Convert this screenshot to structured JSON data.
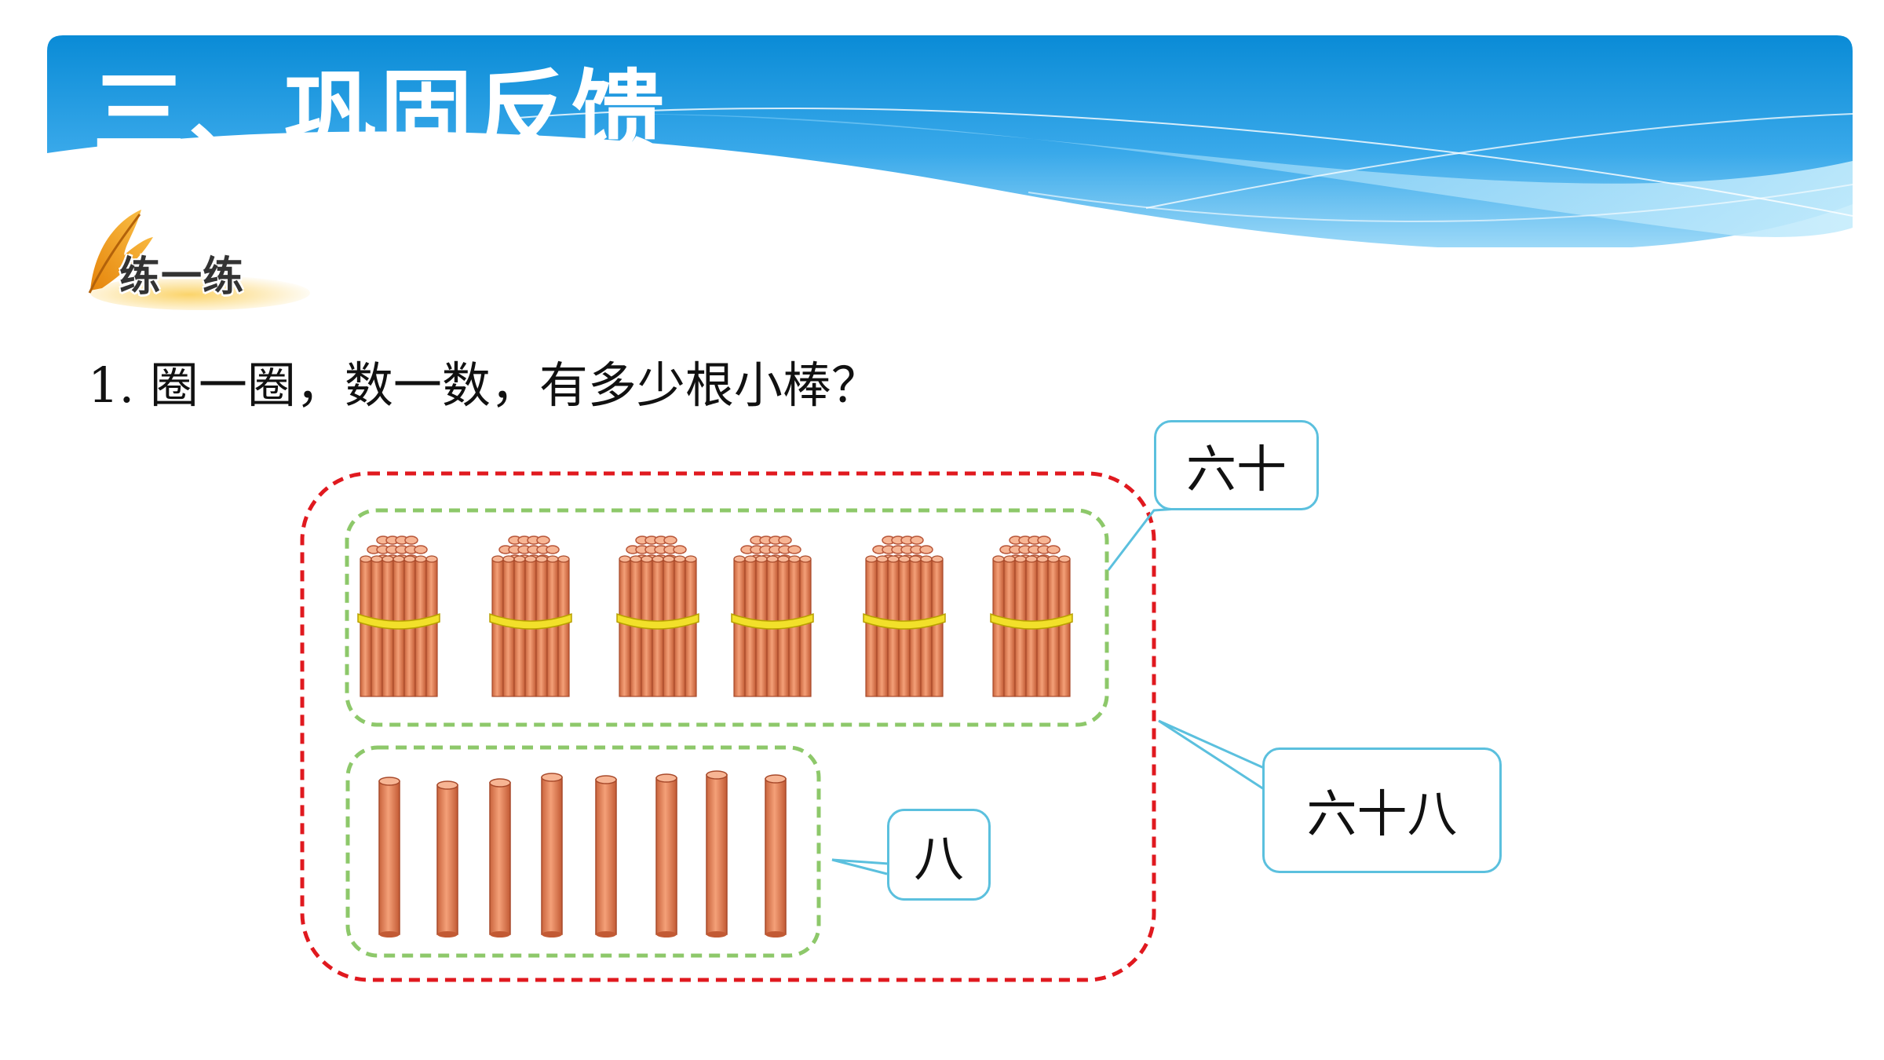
{
  "header": {
    "section_title": "三、巩固反馈",
    "banner_colors": {
      "top": "#0b8fd8",
      "bottom": "#8fd3f7"
    }
  },
  "badge": {
    "label": "练一练",
    "feather_color": "#f6a21a"
  },
  "question": {
    "text": "1. 圈一圈，数一数，有多少根小棒？"
  },
  "figure": {
    "bundles_count": 6,
    "single_sticks_count": 8,
    "stick_color": "#e8835a",
    "tie_color": "#f2e02a",
    "outer_circle_color": "#e0191f",
    "inner_circle_color": "#8dc86a",
    "callout_border_color": "#5bc0de"
  },
  "callouts": {
    "tens": "六十",
    "ones": "八",
    "total": "六十八"
  }
}
